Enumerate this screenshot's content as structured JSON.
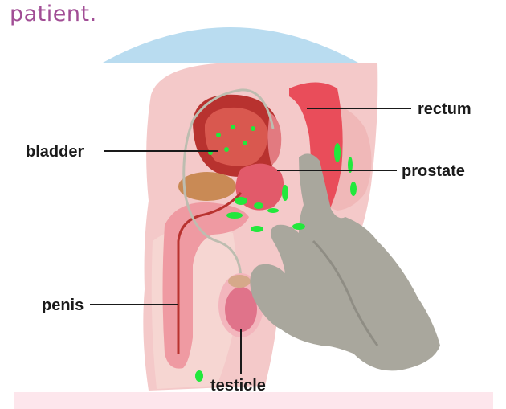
{
  "caption": "patient.",
  "labels": {
    "rectum": "rectum",
    "bladder": "bladder",
    "prostate": "prostate",
    "penis": "penis",
    "testicle": "testicle"
  },
  "colors": {
    "caption": "#a14d95",
    "blue_arc": "#b9dcf0",
    "pink_band": "#fde6ec",
    "marker_green": "#22e83c"
  }
}
